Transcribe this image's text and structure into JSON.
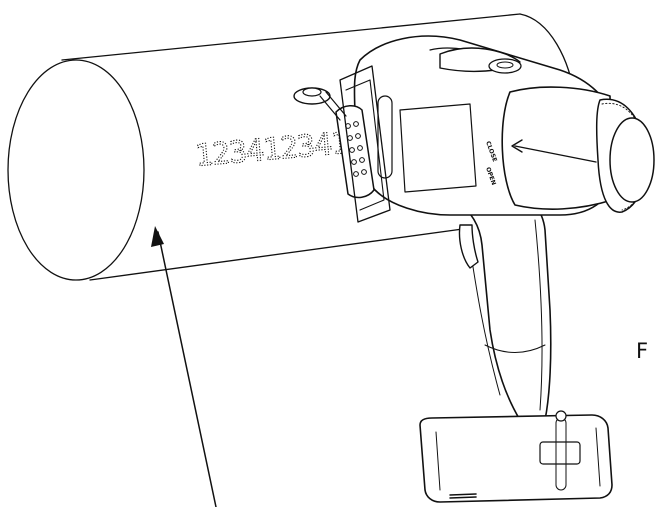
{
  "figure": {
    "marking_text": "1234123412",
    "switch_close_label": "CLOSE",
    "switch_open_label": "OPEN",
    "callout_letter": "F"
  },
  "colors": {
    "ink": "#111111",
    "background": "#ffffff"
  }
}
